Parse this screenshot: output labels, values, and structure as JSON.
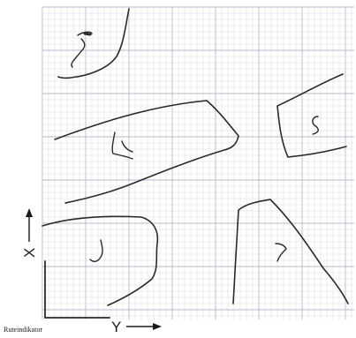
{
  "labels": {
    "x_axis": "X",
    "y_axis": "Y",
    "index": "Ruteindikator"
  },
  "colors": {
    "grid_major": "#b9b9c6",
    "grid_minor": "#dcdce6",
    "ink": "#2a2a2a"
  }
}
